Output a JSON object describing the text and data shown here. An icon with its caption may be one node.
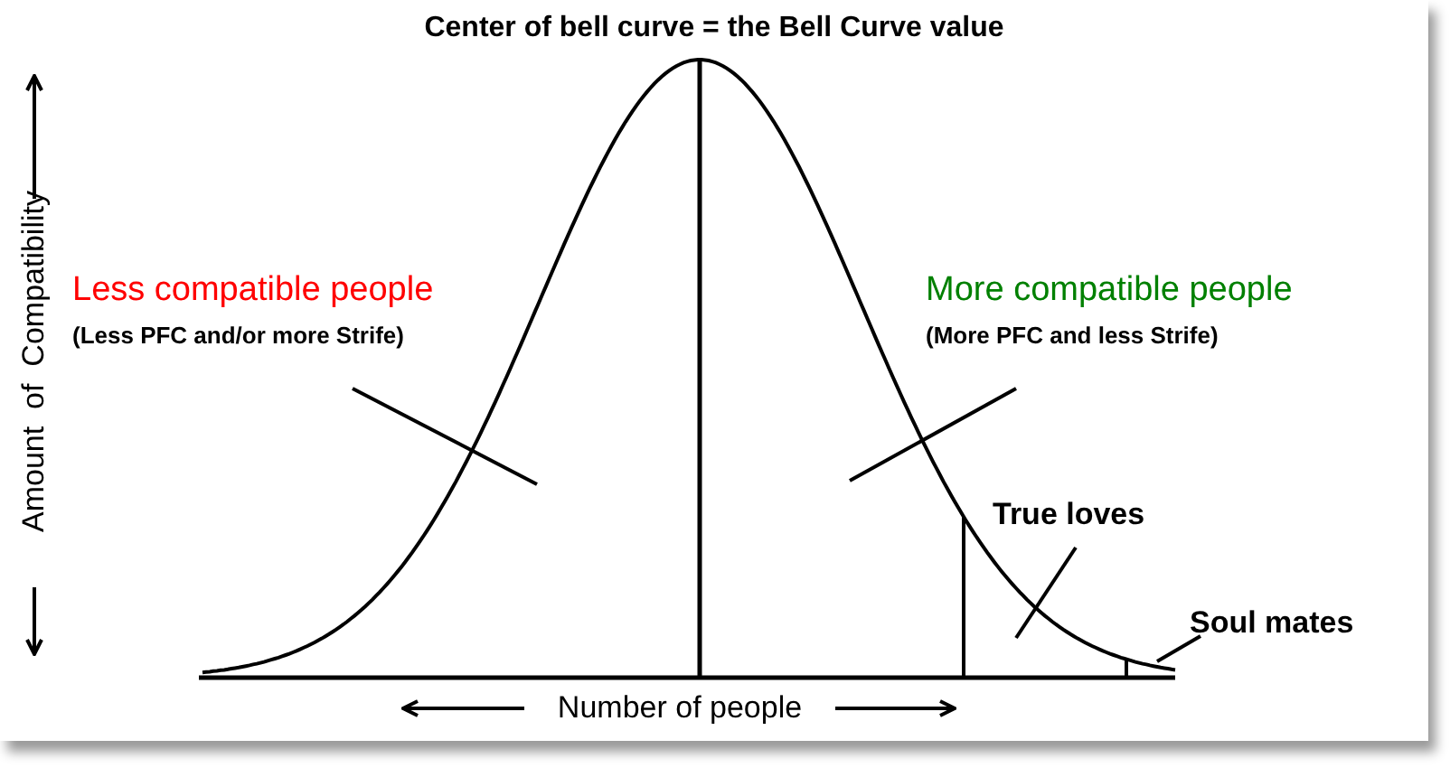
{
  "diagram": {
    "title": "Center of bell curve = the Bell Curve value",
    "nodes": [
      {
        "text": [
          "Less compatible people",
          "(Less PFC and/or more Strife)"
        ]
      },
      {
        "text": [
          "More compatible people",
          "(More PFC and less Strife)"
        ]
      },
      {
        "text": [
          "True loves"
        ]
      },
      {
        "text": [
          "Soul mates"
        ]
      }
    ],
    "edges": [
      {
        "from": 0,
        "to": null,
        "arrow": "none"
      },
      {
        "from": 1,
        "to": null,
        "arrow": "none"
      },
      {
        "from": 2,
        "to": null,
        "arrow": "none"
      },
      {
        "from": 3,
        "to": null,
        "arrow": "none"
      }
    ],
    "labels": [
      "Amount  of  Compatibility",
      "Number of people"
    ]
  }
}
